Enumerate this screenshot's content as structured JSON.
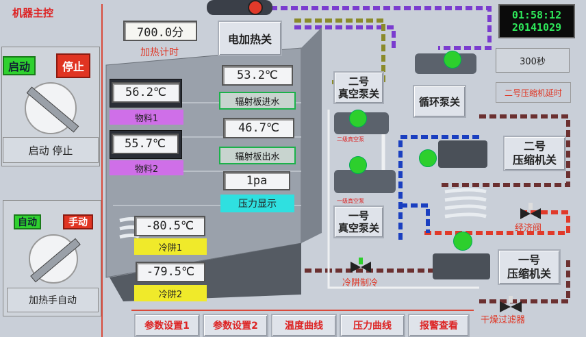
{
  "main_control": {
    "title": "机器主控",
    "start_label": "启动",
    "stop_label": "停止",
    "switch_caption": "启动 停止"
  },
  "heat_control": {
    "auto_label": "自动",
    "manual_label": "手动",
    "switch_caption": "加热手自动"
  },
  "heating_timer": {
    "value": "700.0分",
    "caption": "加热计时"
  },
  "electric_heat_button": "电加热关",
  "clock": {
    "time": "01:58:12",
    "date": "20141029"
  },
  "delay_readout": "300秒",
  "compressor2_delay_label": "二号压缩机延时",
  "readings": {
    "material1": {
      "value": "56.2℃",
      "label": "物料1"
    },
    "material2": {
      "value": "55.7℃",
      "label": "物料2"
    },
    "radiator_in": {
      "value": "53.2℃",
      "label": "辐射板进水"
    },
    "radiator_out": {
      "value": "46.7℃",
      "label": "辐射板出水"
    },
    "pressure": {
      "value": "1pa",
      "label": "压力显示"
    },
    "trap1": {
      "value": "-80.5℃",
      "label": "冷阱1"
    },
    "trap2": {
      "value": "-79.5℃",
      "label": "冷阱2"
    }
  },
  "pumps": {
    "vac2": "二号\n真空泵关",
    "vac1": "一号\n真空泵关",
    "circ": "循环泵关",
    "vac2_small": "二级真空泵",
    "vac1_small": "一级真空泵"
  },
  "compressors": {
    "c2": "二号\n压缩机关",
    "c1": "一号\n压缩机关"
  },
  "valves": {
    "trap_cooling": "冷阱制冷",
    "economizer": "经济阀",
    "dry_filter": "干燥过滤器"
  },
  "bottom_nav": [
    "参数设置1",
    "参数设置2",
    "温度曲线",
    "压力曲线",
    "报警查看"
  ],
  "colors": {
    "accent_red": "#e03422",
    "motor_green": "#2dcf2d",
    "pipe_purple": "#7a3ccf"
  }
}
